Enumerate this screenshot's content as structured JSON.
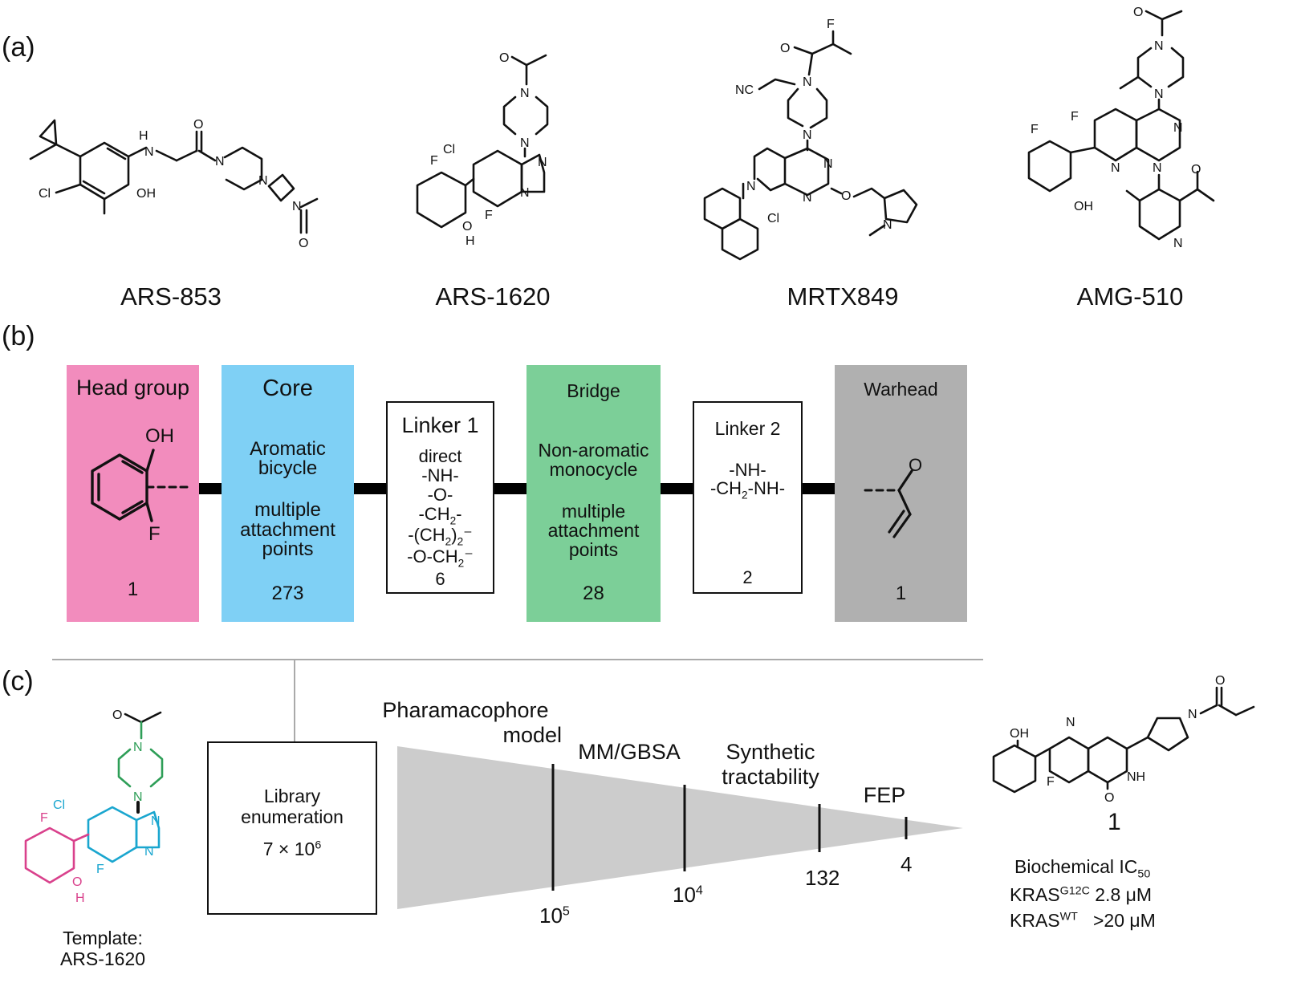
{
  "panels": {
    "a": "(a)",
    "b": "(b)",
    "c": "(c)"
  },
  "compounds": [
    {
      "name": "ARS-853"
    },
    {
      "name": "ARS-1620"
    },
    {
      "name": "MRTX849"
    },
    {
      "name": "AMG-510"
    }
  ],
  "atoms": {
    "H": "H",
    "N": "N",
    "O": "O",
    "Cl": "Cl",
    "OH": "OH",
    "F": "F",
    "NC": "NC",
    "NH": "NH"
  },
  "fragments": [
    {
      "title": "Head group",
      "lines": [],
      "count": "1",
      "color": "#f28cbd"
    },
    {
      "title": "Core",
      "lines": [
        "Aromatic",
        "bicycle",
        "",
        "multiple",
        "attachment",
        "points"
      ],
      "count": "273",
      "color": "#7fd0f5"
    },
    {
      "title": "Linker 1",
      "lines": [
        "direct",
        "-NH-",
        "-O-",
        "-CH2-",
        "-(CH2)2-",
        "-O-CH2-"
      ],
      "count": "6",
      "color": "#ffffff"
    },
    {
      "title": "Bridge",
      "lines": [
        "Non-aromatic",
        "monocycle",
        "",
        "multiple",
        "attachment",
        "points"
      ],
      "count": "28",
      "color": "#7ccf98"
    },
    {
      "title": "Linker 2",
      "lines": [
        "-NH-",
        "-CH2-NH-"
      ],
      "count": "2",
      "color": "#ffffff"
    },
    {
      "title": "Warhead",
      "lines": [],
      "count": "1",
      "color": "#b0b0b0"
    }
  ],
  "workflow": {
    "template_label": "Template:",
    "template_name": "ARS-1620",
    "library_title_1": "Library",
    "library_title_2": "enumeration",
    "library_count_base": "7 × 10",
    "library_count_exp": "6",
    "filters": [
      {
        "label_1": "Pharamacophore",
        "label_2": "model",
        "count_base": "10",
        "count_exp": "5"
      },
      {
        "label_1": "MM/GBSA",
        "label_2": "",
        "count_base": "10",
        "count_exp": "4"
      },
      {
        "label_1": "Synthetic",
        "label_2": "tractability",
        "count_base": "132",
        "count_exp": ""
      },
      {
        "label_1": "FEP",
        "label_2": "",
        "count_base": "4",
        "count_exp": ""
      }
    ],
    "result": {
      "compound_number": "1",
      "assay_title_base": "Biochemical IC",
      "assay_title_sub": "50",
      "row1_target": "KRAS",
      "row1_sup": "G12C",
      "row1_value": "2.8 μM",
      "row2_target": "KRAS",
      "row2_sup": "WT",
      "row2_value": ">20 μM"
    }
  },
  "colors": {
    "head": "#f28cbd",
    "core": "#7fd0f5",
    "bridge": "#7ccf98",
    "warhead": "#b0b0b0",
    "funnel": "#cccccc",
    "template_pink": "#d9418c",
    "template_cyan": "#1aa6cf",
    "template_green": "#2e9e57"
  }
}
